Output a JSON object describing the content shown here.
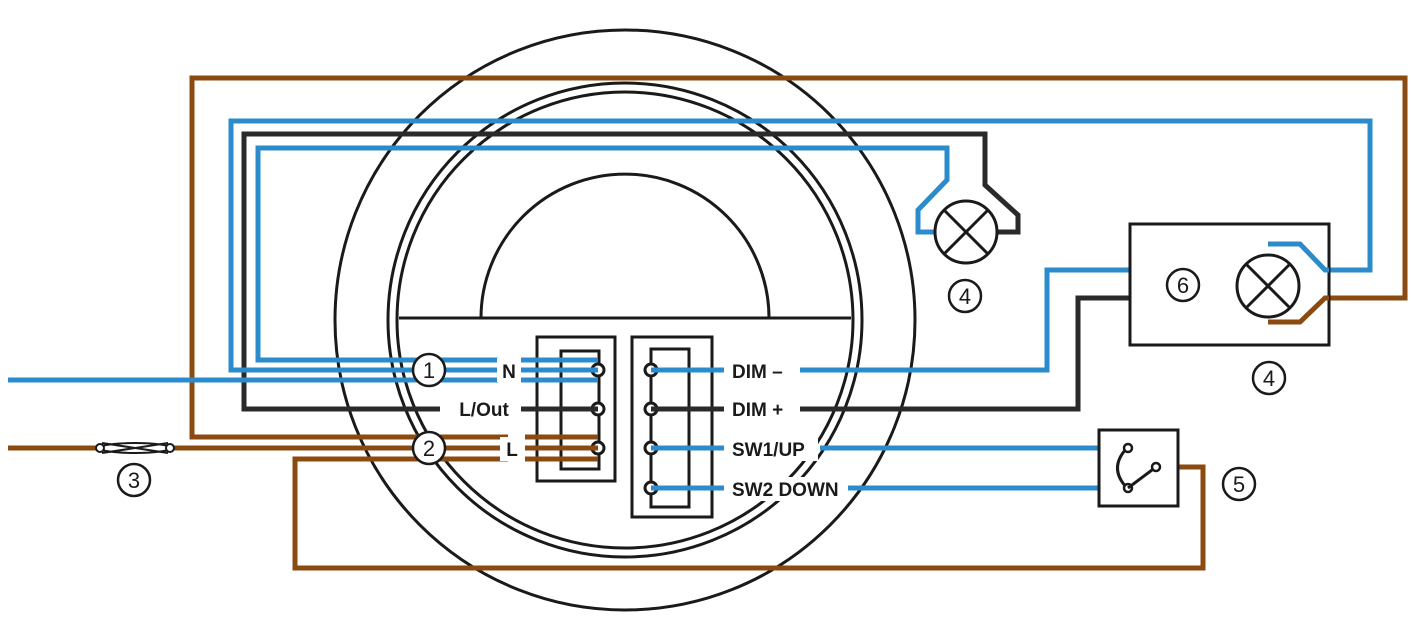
{
  "diagram": {
    "terminals_left": {
      "n": "N",
      "l_out": "L/Out",
      "l": "L"
    },
    "terminals_right": {
      "dim_minus": "DIM –",
      "dim_plus": "DIM +",
      "sw1_up": "SW1/UP",
      "sw2_down": "SW2 DOWN"
    },
    "callouts": {
      "c1": "1",
      "c2": "2",
      "c3": "3",
      "c4_top": "4",
      "c4_right": "4",
      "c5": "5",
      "c6": "6"
    },
    "colors": {
      "live_brown": "#8B4A0F",
      "neutral_blue": "#2C8CCB",
      "switched_black": "#2a2a2a"
    }
  }
}
